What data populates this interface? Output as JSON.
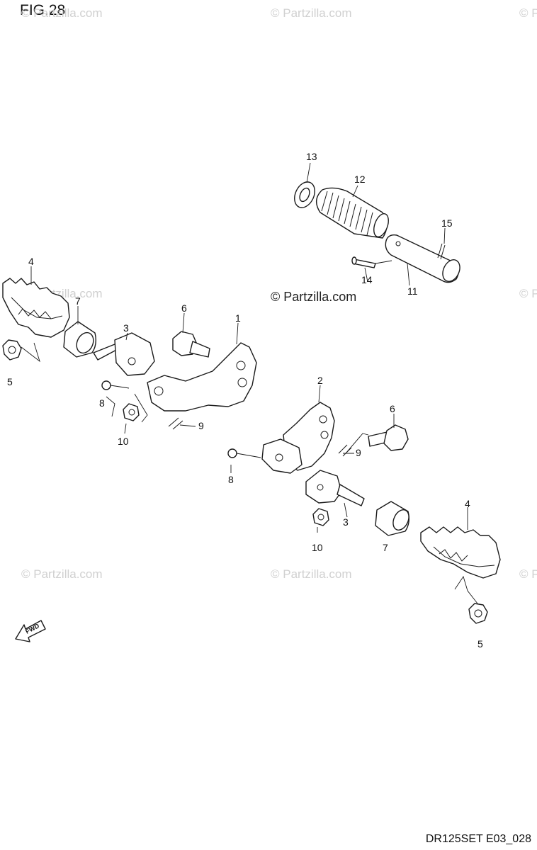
{
  "figure": {
    "title": "FIG.28",
    "code": "DR125SET E03_028",
    "direction_label": "FWD"
  },
  "watermark": {
    "text": "© Partzilla.com"
  },
  "callouts": {
    "c1": "1",
    "c2": "2",
    "c3a": "3",
    "c3b": "3",
    "c4a": "4",
    "c4b": "4",
    "c5a": "5",
    "c5b": "5",
    "c6a": "6",
    "c6b": "6",
    "c7a": "7",
    "c7b": "7",
    "c8a": "8",
    "c8b": "8",
    "c9a": "9",
    "c9b": "9",
    "c10a": "10",
    "c10b": "10",
    "c11": "11",
    "c12": "12",
    "c13": "13",
    "c14": "14",
    "c15": "15"
  }
}
